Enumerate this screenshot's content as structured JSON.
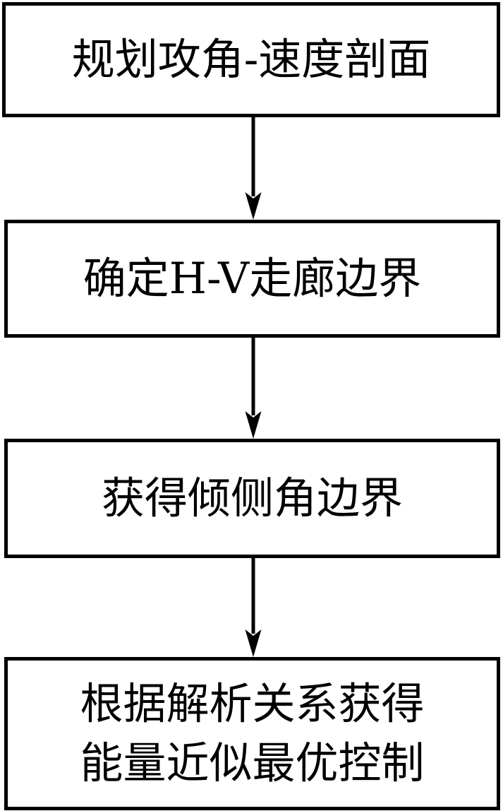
{
  "diagram": {
    "title": "",
    "orientation": "top-to-bottom",
    "background_color": "#ffffff",
    "line_color": "#000000",
    "text_color": "#000000",
    "nodes": [
      {
        "id": "node-1",
        "label": "规划攻角-速度剖面",
        "shape": "rectangle"
      },
      {
        "id": "node-2",
        "label": "确定H-V走廊边界",
        "shape": "rectangle"
      },
      {
        "id": "node-3",
        "label": "获得倾侧角边界",
        "shape": "rectangle"
      },
      {
        "id": "node-4",
        "label": "根据解析关系获得\n能量近似最优控制",
        "shape": "rectangle"
      }
    ],
    "edges": [
      {
        "id": "edge-1",
        "from": "node-1",
        "to": "node-2",
        "label": "",
        "arrow": "down"
      },
      {
        "id": "edge-2",
        "from": "node-2",
        "to": "node-3",
        "label": "",
        "arrow": "down"
      },
      {
        "id": "edge-3",
        "from": "node-3",
        "to": "node-4",
        "label": "",
        "arrow": "down"
      }
    ]
  }
}
